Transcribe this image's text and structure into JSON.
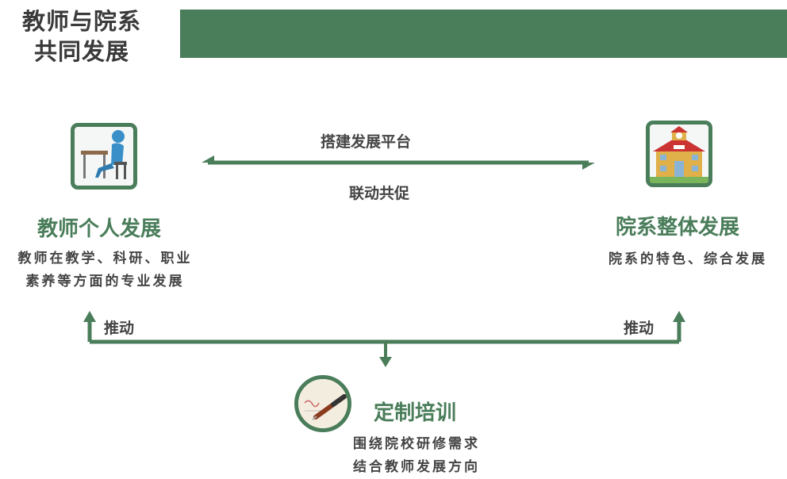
{
  "title": "教师与院系\n共同发展",
  "colors": {
    "accent": "#4a7d5a"
  },
  "top_arrow": {
    "label_above": "搭建发展平台",
    "label_below": "联动共促"
  },
  "left": {
    "icon": "teacher-desk-icon",
    "heading": "教师个人发展",
    "desc_line1": "教师在教学、科研、职业",
    "desc_line2": "素养等方面的专业发展"
  },
  "right": {
    "icon": "school-building-icon",
    "heading": "院系整体发展",
    "desc_line1": "院系的特色、综合发展"
  },
  "bottom": {
    "icon": "pen-paper-icon",
    "heading": "定制培训",
    "desc_line1": "围绕院校研修需求",
    "desc_line2": "结合教师发展方向"
  },
  "push_label_left": "推动",
  "push_label_right": "推动"
}
